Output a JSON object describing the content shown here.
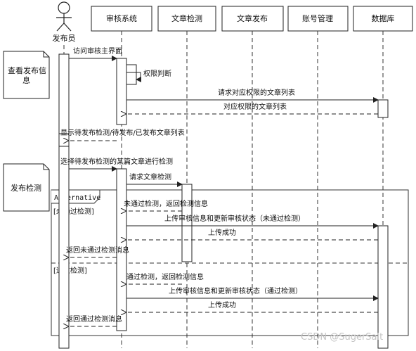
{
  "actor": {
    "label": "发布员"
  },
  "lifelines": [
    {
      "id": "audit",
      "label": "审核系统"
    },
    {
      "id": "check",
      "label": "文章检测"
    },
    {
      "id": "publish",
      "label": "文章发布"
    },
    {
      "id": "account",
      "label": "账号管理"
    },
    {
      "id": "db",
      "label": "数据库"
    }
  ],
  "notes": [
    {
      "label_line1": "查看发布信",
      "label_line2": "息"
    },
    {
      "label_line1": "发布检测"
    }
  ],
  "messages": [
    {
      "text": "访问审核主界面"
    },
    {
      "text": "权限判断"
    },
    {
      "text": "请求对应权限的文章列表"
    },
    {
      "text": "对应权限的文章列表"
    },
    {
      "text": "显示待发布检测/待发布/已发布文章列表"
    },
    {
      "text": "选择待发布检测的某篇文章进行检测"
    },
    {
      "text": "请求文章检测"
    },
    {
      "text": "未通过检测，返回检测信息"
    },
    {
      "text": "上传审核信息和更新审核状态（未通过检测）"
    },
    {
      "text": "上传成功"
    },
    {
      "text": "返回未通过检测消息"
    },
    {
      "text": "通过检测，返回检测信息"
    },
    {
      "text": "上传审核信息和更新审核状态（通过检测）"
    },
    {
      "text": "上传成功"
    },
    {
      "text": "返回通过检测消息"
    }
  ],
  "fragment": {
    "label": "Alternative",
    "guard1": "[未通过检测]",
    "guard2": "[通过检测]"
  },
  "watermark": "CSDN @SugerSalt"
}
